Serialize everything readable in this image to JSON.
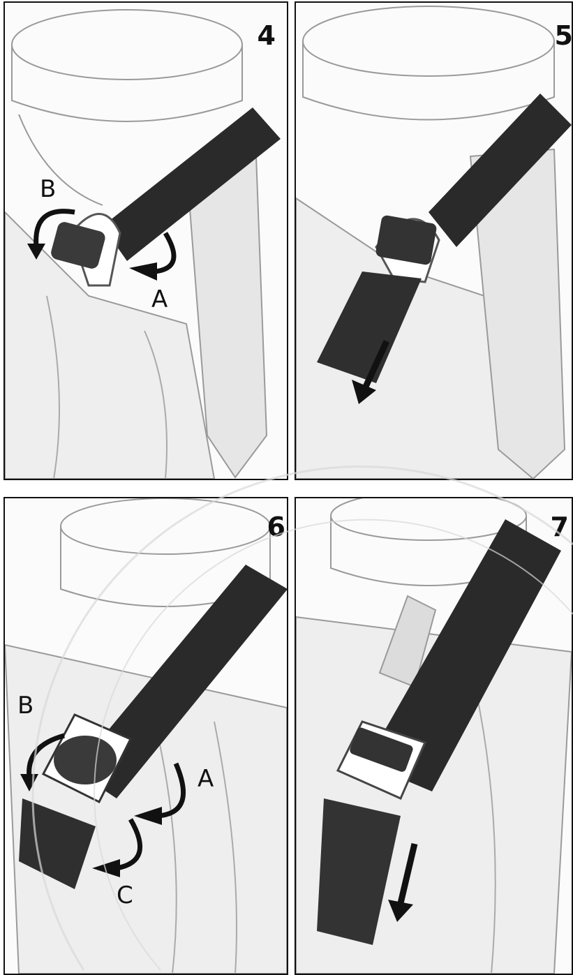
{
  "panels": [
    {
      "step": "4",
      "labels": {
        "a": "A",
        "b": "B"
      }
    },
    {
      "step": "5"
    },
    {
      "step": "6",
      "labels": {
        "a": "A",
        "b": "B",
        "c": "C"
      }
    },
    {
      "step": "7"
    }
  ],
  "colors": {
    "strap": "#2a2a2a",
    "line": "#9a9a9a",
    "arrow": "#111111",
    "watermark": "#d8d8d8"
  },
  "icons": [
    "curved-arrow-icon",
    "down-arrow-icon"
  ]
}
